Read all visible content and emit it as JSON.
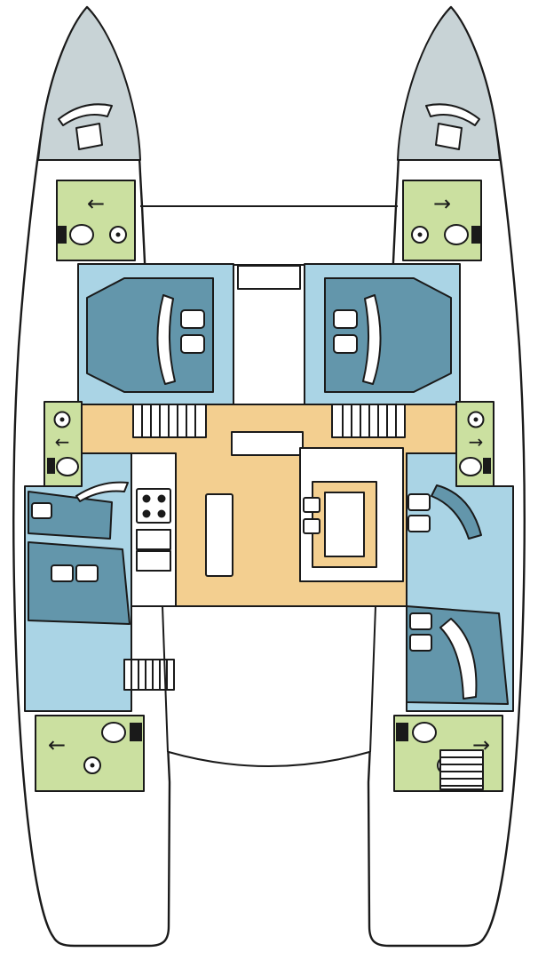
{
  "colors": {
    "background": "#ffffff",
    "outline": "#1a1a1a",
    "bow_grey": "#c8d3d6",
    "cabin_blue": "#aad4e5",
    "bed_teal": "#6396ab",
    "head_green": "#cbe0a0",
    "saloon_orange": "#f3cf90",
    "fixture_white": "#ffffff"
  },
  "icons": {
    "arrow_left": "←",
    "arrow_right": "→",
    "toilet": "ellipse-bowl",
    "sink": "circle-with-drain-dot",
    "stove": "square-with-four-burners",
    "steps": "hatched-block",
    "pillow": "rounded-square"
  }
}
